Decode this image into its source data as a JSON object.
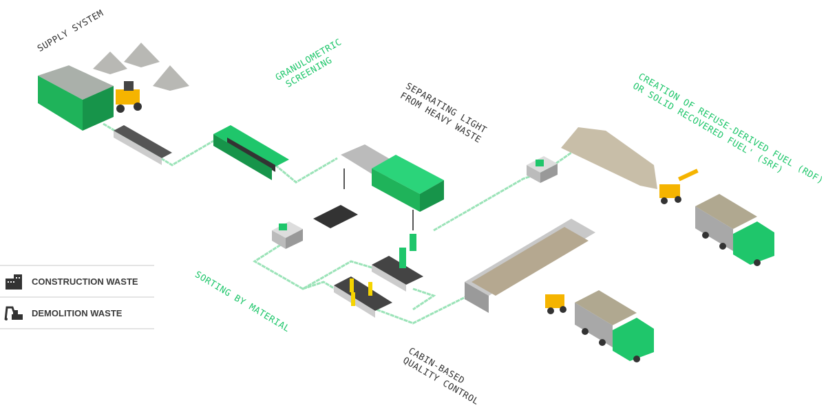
{
  "labels": {
    "supply_system": "SUPPLY SYSTEM",
    "granulometric_1": "GRANULOMETRIC",
    "granulometric_2": "SCREENING",
    "separating_1": "SEPARATING LIGHT",
    "separating_2": "FROM HEAVY WASTE",
    "rdf_1": "CREATION OF REFUSE-DERIVED FUEL (RDF)",
    "rdf_2": "OR SOLID RECOVERED FUEL' (SRF)",
    "sorting": "SORTING BY MATERIAL",
    "cabin_1": "CABIN-BASED",
    "cabin_2": "QUALITY CONTROL"
  },
  "legend": {
    "items": [
      {
        "icon": "building-icon",
        "label": "CONSTRUCTION WASTE"
      },
      {
        "icon": "excavator-icon",
        "label": "DEMOLITION WASTE"
      }
    ]
  },
  "colors": {
    "accent": "#1fc66b",
    "machine_green": "#22c05f",
    "loader": "#f5b400",
    "text": "#333333",
    "line": "#9be3b8"
  }
}
